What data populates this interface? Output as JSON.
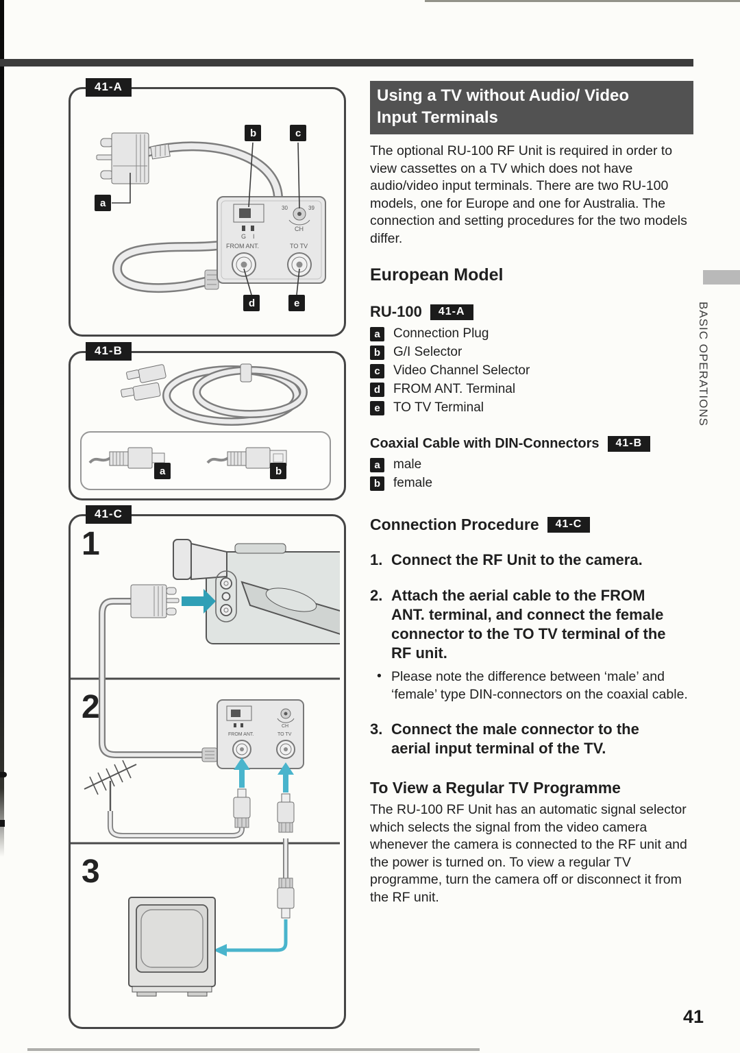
{
  "page": {
    "number": "41",
    "side_tab": "BASIC OPERATIONS"
  },
  "title": {
    "line1": "Using a TV without Audio/ Video",
    "line2": "Input Terminals"
  },
  "intro": "The optional RU-100 RF Unit is required in order to view cassettes on a TV which does not have audio/video input terminals. There are two RU-100 models, one for Europe and one for Australia. The connection and setting procedures for the two models differ.",
  "sections": {
    "european_model": {
      "heading": "European Model"
    },
    "ru100": {
      "label": "RU-100",
      "figure_ref": "41-A",
      "parts": [
        {
          "key": "a",
          "label": "Connection Plug"
        },
        {
          "key": "b",
          "label": "G/I Selector"
        },
        {
          "key": "c",
          "label": "Video Channel Selector"
        },
        {
          "key": "d",
          "label": "FROM ANT. Terminal"
        },
        {
          "key": "e",
          "label": "TO TV Terminal"
        }
      ]
    },
    "coaxial": {
      "label": "Coaxial Cable with DIN-Connectors",
      "figure_ref": "41-B",
      "parts": [
        {
          "key": "a",
          "label": "male"
        },
        {
          "key": "b",
          "label": "female"
        }
      ]
    },
    "procedure": {
      "heading": "Connection Procedure",
      "figure_ref": "41-C",
      "steps": [
        {
          "num": "1.",
          "text": "Connect the RF Unit to the camera."
        },
        {
          "num": "2.",
          "text": "Attach the aerial cable to the FROM ANT. terminal, and connect the female connector to the TO TV terminal of the RF unit.",
          "bullet": "•",
          "note": "Please note the difference between ‘male’ and ‘female’ type DIN-connectors on the coaxial cable."
        },
        {
          "num": "3.",
          "text": "Connect the male connector to the aerial input terminal of the TV."
        }
      ]
    },
    "regular_tv": {
      "heading": "To View a Regular TV Programme",
      "body": "The RU-100 RF Unit has an automatic signal selector which selects the signal from the video camera whenever the camera is connected to the RF unit and the power is turned on. To view a regular TV programme, turn the camera off or disconnect it from the RF unit."
    }
  },
  "figures": {
    "fig_a": {
      "ref": "41-A",
      "labels": {
        "a": "a",
        "b": "b",
        "c": "c",
        "d": "d",
        "e": "e"
      }
    },
    "fig_b": {
      "ref": "41-B",
      "labels": {
        "a": "a",
        "b": "b"
      }
    },
    "fig_c": {
      "ref": "41-C",
      "step_numbers": [
        "1",
        "2",
        "3"
      ]
    },
    "unit_labels": {
      "from_ant": "FROM ANT.",
      "to_tv": "TO TV",
      "ch": "CH",
      "ch_left": "30",
      "ch_right": "39",
      "g": "G",
      "i": "I"
    }
  },
  "colors": {
    "arrow_teal": "#2f9fb6",
    "badge_bg": "#1b1b1b",
    "title_bar_bg": "#525252",
    "tab_gray": "#b9b9b9",
    "rule_dark": "#3c3c3c"
  }
}
